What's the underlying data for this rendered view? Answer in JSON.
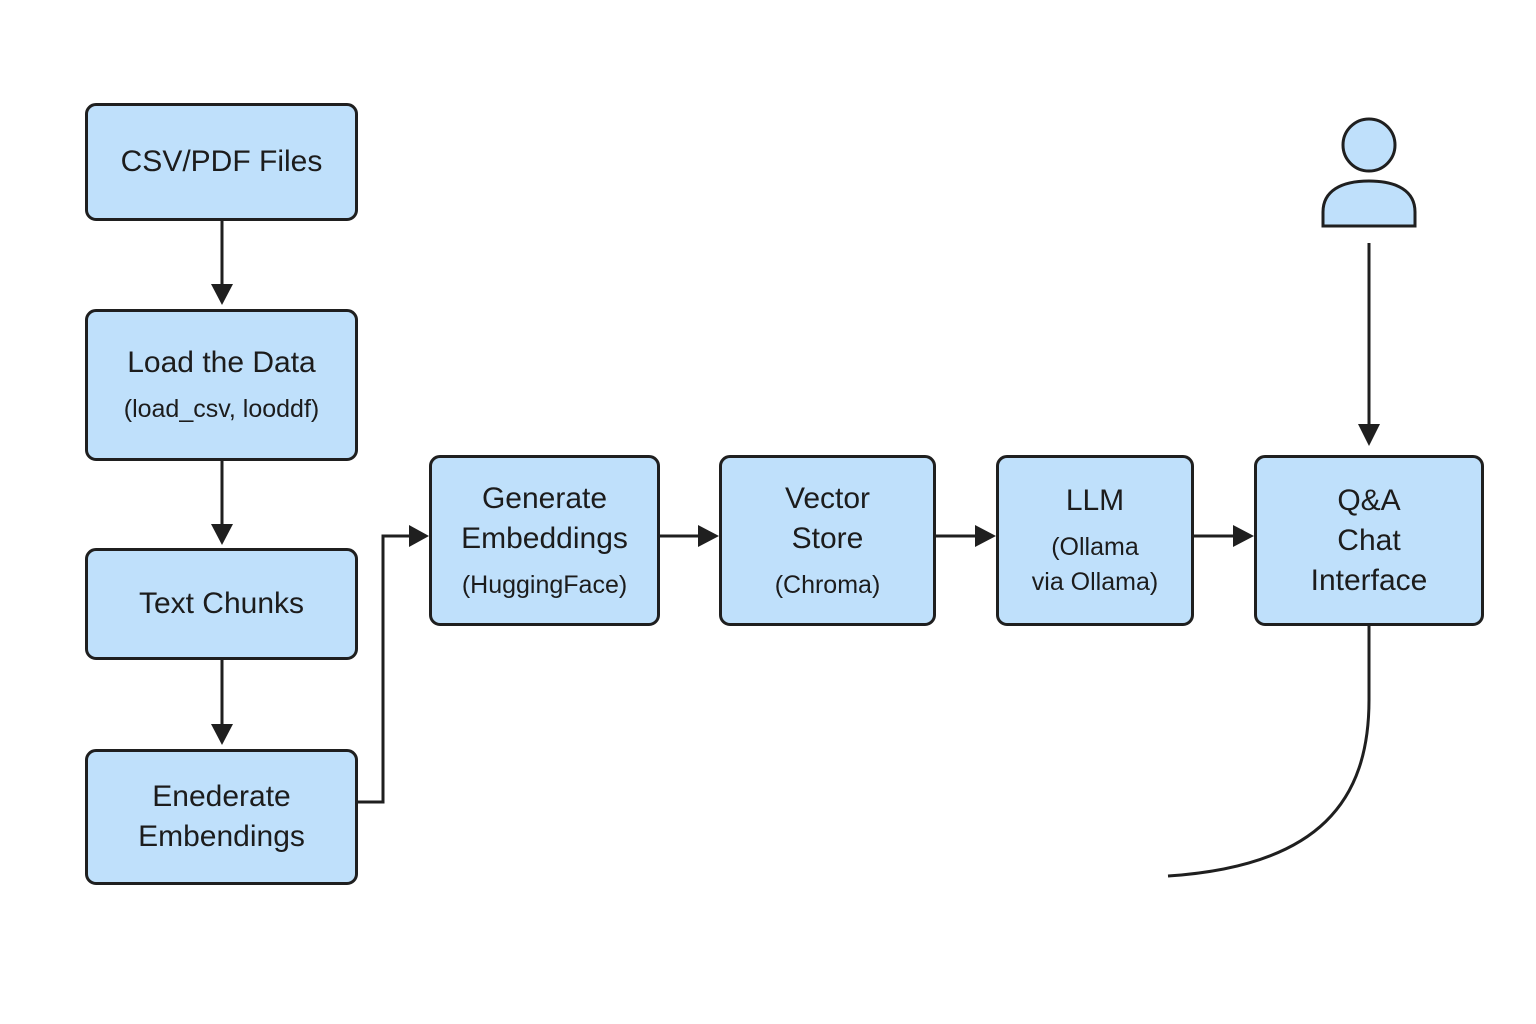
{
  "colors": {
    "node_fill": "#bfe0fb",
    "stroke": "#1f1f1f",
    "background": "#ffffff"
  },
  "nodes": {
    "csv_pdf_files": {
      "title": "CSV/PDF Files"
    },
    "load_data": {
      "title": "Load the Data",
      "subtitle": "(load_csv, looddf)"
    },
    "text_chunks": {
      "title": "Text Chunks"
    },
    "enederate_embendings": {
      "title": "Enederate\nEmbendings"
    },
    "generate_embeddings": {
      "title": "Generate\nEmbeddings",
      "subtitle": "(HuggingFace)"
    },
    "vector_store": {
      "title": "Vector\nStore",
      "subtitle": "(Chroma)"
    },
    "llm": {
      "title": "LLM",
      "subtitle": "(Ollama\nvia Ollama)"
    },
    "qa_chat": {
      "title": "Q&A\nChat\nInterface"
    }
  },
  "user_icon": "user-icon"
}
